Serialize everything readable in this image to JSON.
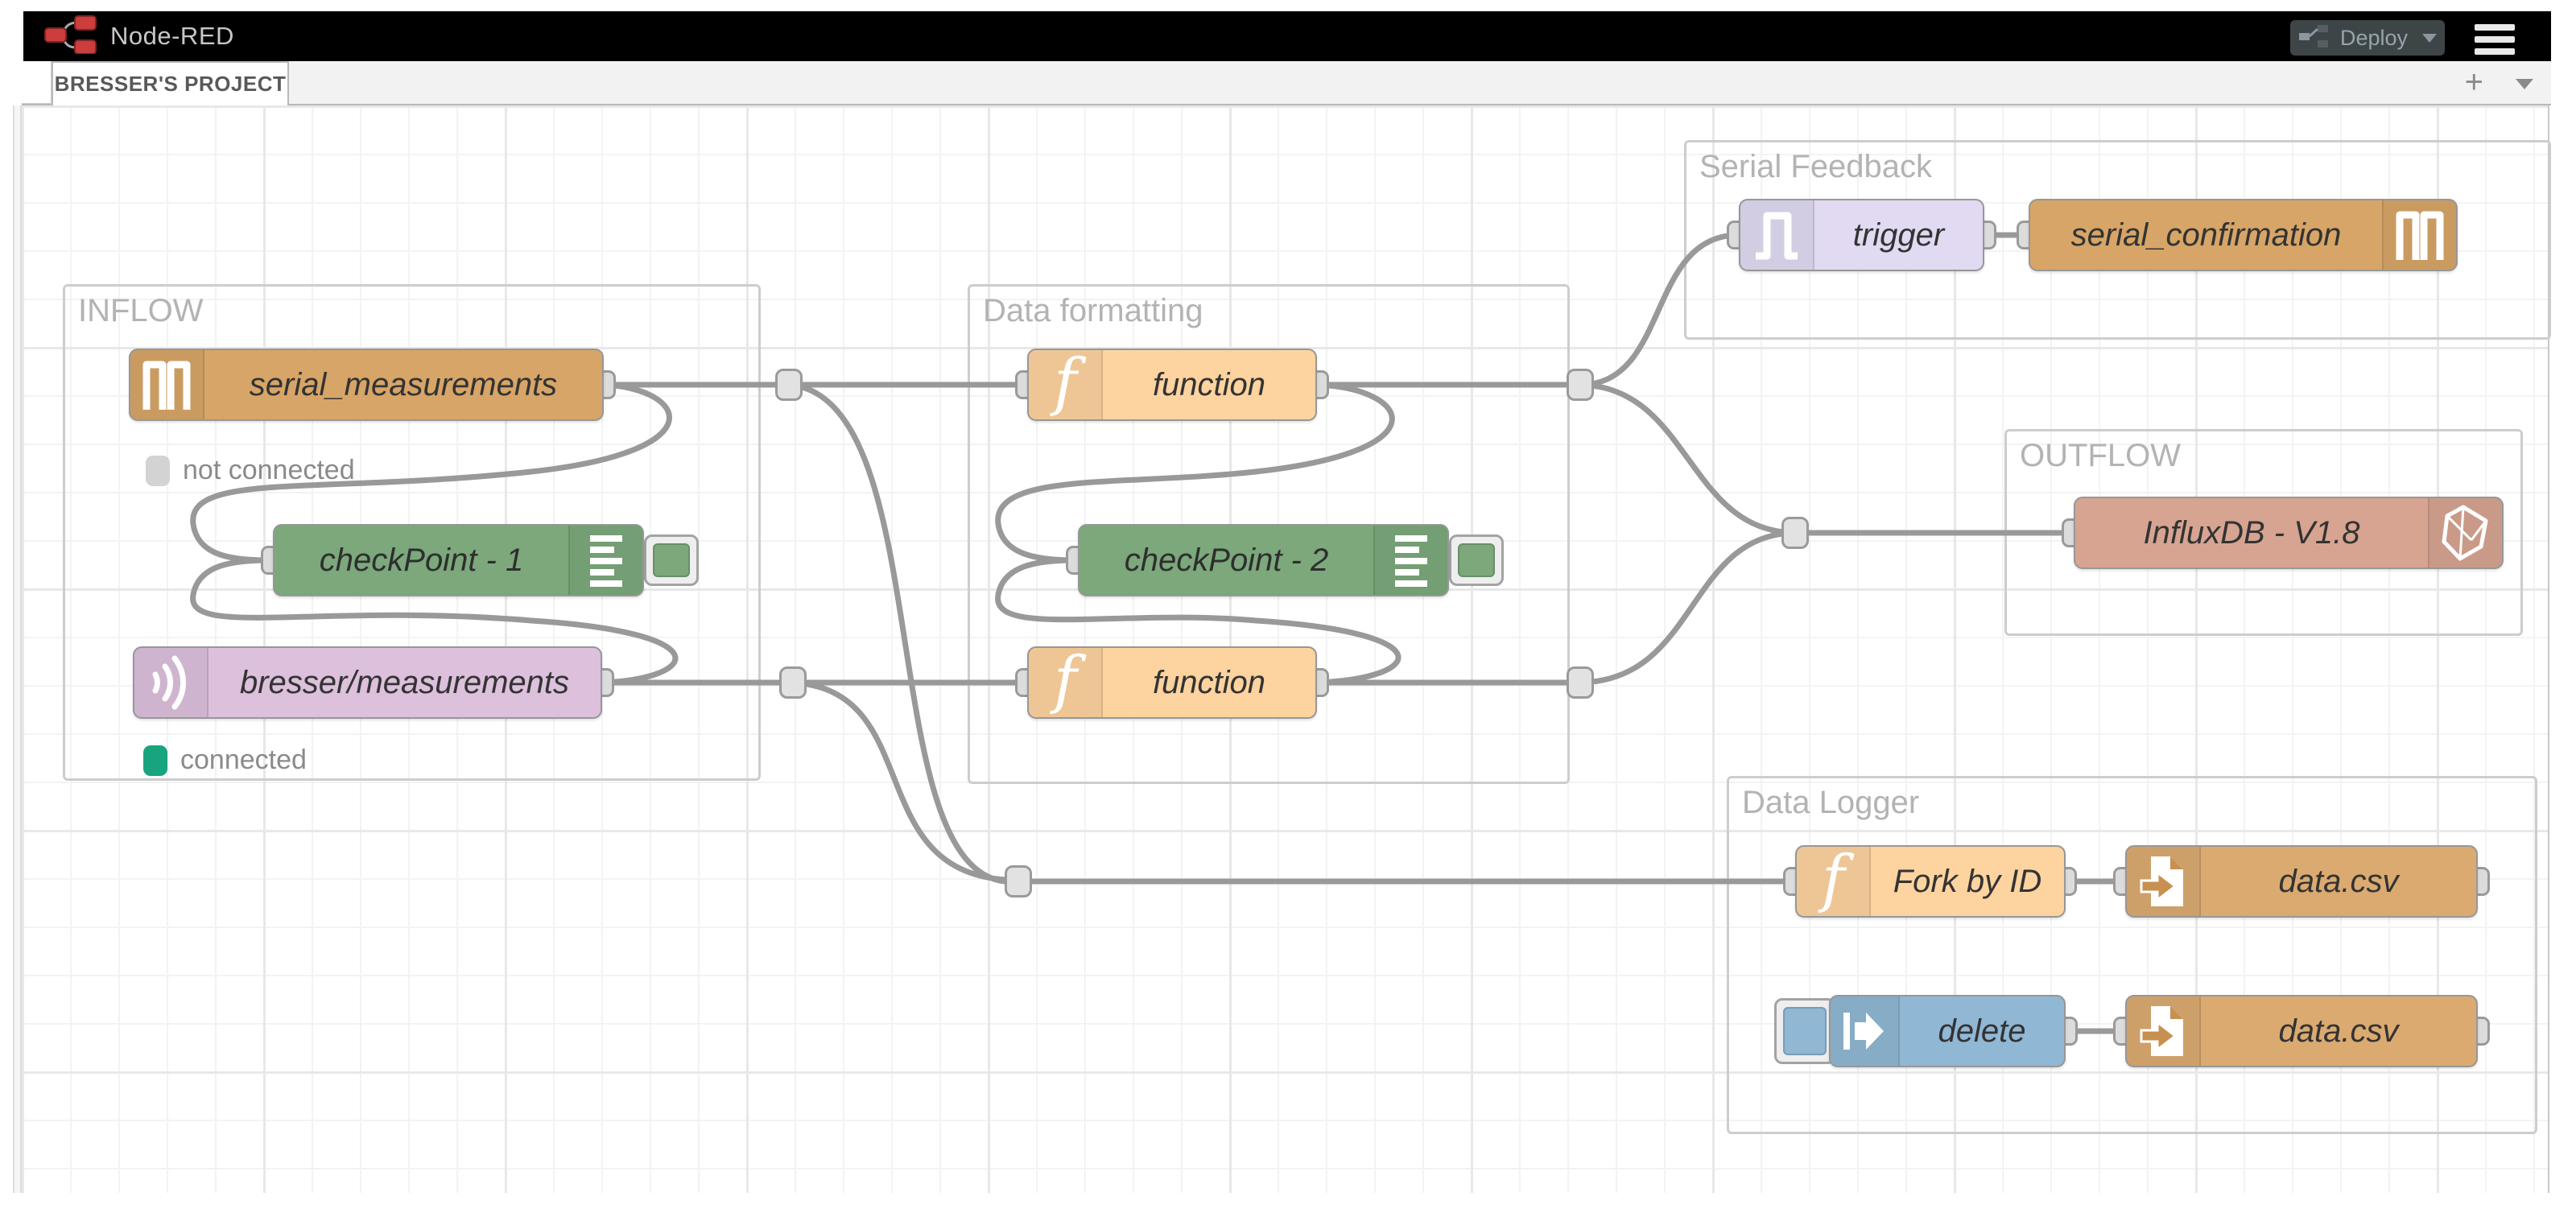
{
  "header": {
    "app_title": "Node-RED",
    "deploy_label": "Deploy"
  },
  "tabs": {
    "active_label": "BRESSER'S PROJECT",
    "add_label": "+"
  },
  "groups": {
    "inflow": {
      "label": "INFLOW"
    },
    "formatting": {
      "label": "Data formatting"
    },
    "serial_feedback": {
      "label": "Serial Feedback"
    },
    "outflow": {
      "label": "OUTFLOW"
    },
    "logger": {
      "label": "Data Logger"
    }
  },
  "nodes": {
    "serial_measurements": {
      "label": "serial_measurements",
      "type": "serial in",
      "color": "#d7a567"
    },
    "checkpoint1": {
      "label": "checkPoint - 1",
      "type": "debug",
      "color": "#7ca87c"
    },
    "bresser": {
      "label": "bresser/measurements",
      "type": "mqtt in",
      "color": "#dcc0dc"
    },
    "function_top": {
      "label": "function",
      "type": "function",
      "color": "#fdd39f"
    },
    "checkpoint2": {
      "label": "checkPoint - 2",
      "type": "debug",
      "color": "#7ca87c"
    },
    "function_bottom": {
      "label": "function",
      "type": "function",
      "color": "#fdd39f"
    },
    "trigger": {
      "label": "trigger",
      "type": "trigger",
      "color": "#e1daf2"
    },
    "serial_confirmation": {
      "label": "serial_confirmation",
      "type": "serial out",
      "color": "#d7a567"
    },
    "influxdb": {
      "label": "InfluxDB - V1.8",
      "type": "influxdb out",
      "color": "#d7a492"
    },
    "fork": {
      "label": "Fork by ID",
      "type": "function",
      "color": "#fdd39f"
    },
    "datacsv1": {
      "label": "data.csv",
      "type": "file",
      "color": "#dbaa70"
    },
    "delete": {
      "label": "delete",
      "type": "inject",
      "color": "#90b7d3"
    },
    "datacsv2": {
      "label": "data.csv",
      "type": "file",
      "color": "#dbaa70"
    }
  },
  "statuses": {
    "serial": {
      "label": "not connected",
      "color": "#d3d3d3"
    },
    "mqtt": {
      "label": "connected",
      "color": "#18a57e"
    }
  },
  "colors": {
    "brand_red": "#cc3d3d",
    "header_bg": "#000000",
    "wire": "#999999",
    "group_border": "#cdcdcd",
    "status_connected": "#18a57e",
    "status_disconnected": "#d3d3d3"
  }
}
